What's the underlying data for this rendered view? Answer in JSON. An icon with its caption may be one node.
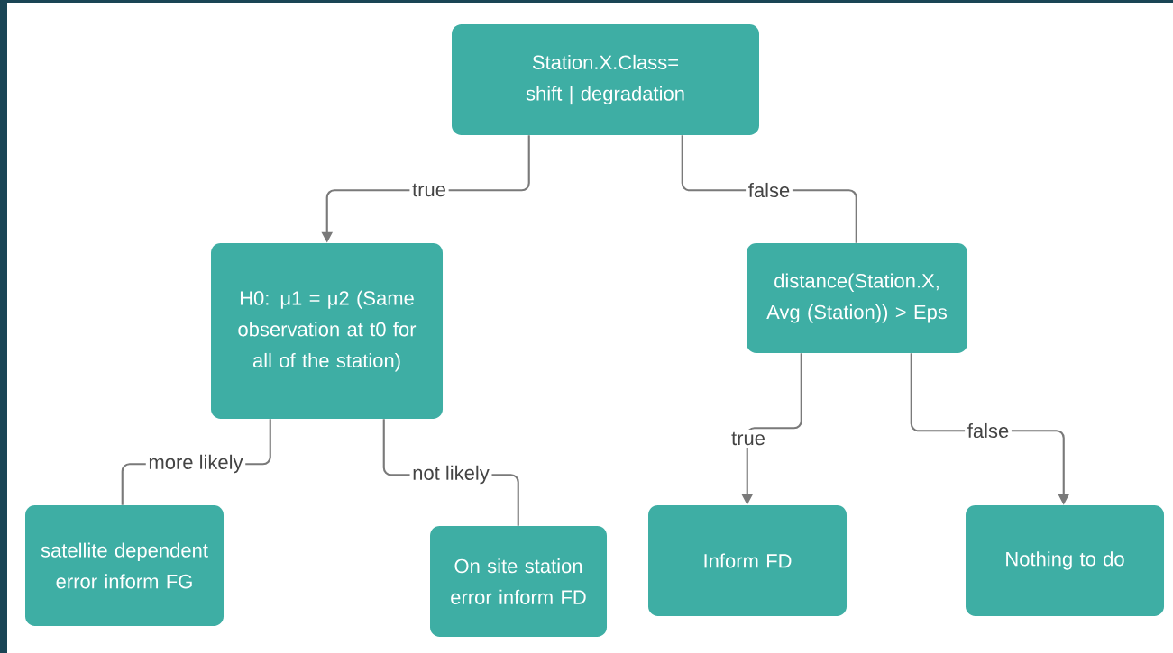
{
  "diagram": {
    "nodes": [
      {
        "text": [
          "Station.X.Class= shift | degradation"
        ]
      },
      {
        "text": [
          "H0: μ1 = μ2 (Same observation at t0 for all of the station)"
        ]
      },
      {
        "text": [
          "distance(Station.X, Avg (Station)) > Eps"
        ]
      },
      {
        "text": [
          "satellite dependent error inform FG"
        ]
      },
      {
        "text": [
          "On site station error inform FD"
        ]
      },
      {
        "text": [
          "Inform FD"
        ]
      },
      {
        "text": [
          "Nothing to do"
        ]
      }
    ],
    "edges": [
      {
        "from": 0,
        "to": 1,
        "arrow": "to",
        "label": "true"
      },
      {
        "from": 0,
        "to": 2,
        "arrow": "none",
        "label": "false"
      },
      {
        "from": 1,
        "to": 3,
        "arrow": "none",
        "label": "more likely"
      },
      {
        "from": 1,
        "to": 4,
        "arrow": "none",
        "label": "not likely"
      },
      {
        "from": 2,
        "to": 5,
        "arrow": "to",
        "label": "true"
      },
      {
        "from": 2,
        "to": 6,
        "arrow": "to",
        "label": "false"
      }
    ]
  }
}
